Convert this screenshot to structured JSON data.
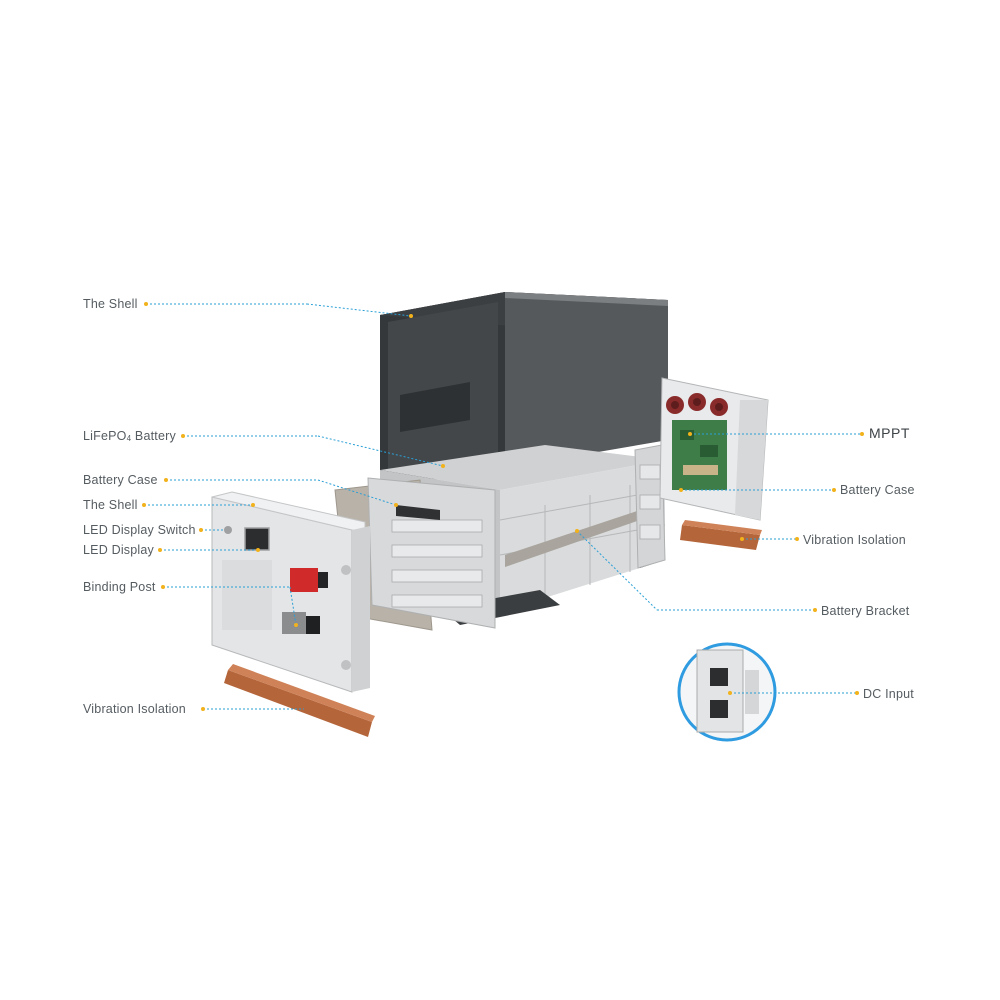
{
  "labels_left": [
    {
      "id": "shell-top",
      "text": "The Shell"
    },
    {
      "id": "lifepo4-battery",
      "text": "LiFePO",
      "sub": "4",
      "tail": " Battery"
    },
    {
      "id": "battery-case-left",
      "text": "Battery Case"
    },
    {
      "id": "shell-front",
      "text": "The Shell"
    },
    {
      "id": "led-display-switch",
      "text": "LED Display Switch"
    },
    {
      "id": "led-display",
      "text": "LED Display"
    },
    {
      "id": "binding-post",
      "text": "Binding Post"
    },
    {
      "id": "vibration-isolation-left",
      "text": "Vibration Isolation"
    }
  ],
  "labels_right": [
    {
      "id": "mppt",
      "text": "MPPT"
    },
    {
      "id": "battery-case-right",
      "text": "Battery Case"
    },
    {
      "id": "vibration-isolation-right",
      "text": "Vibration Isolation"
    },
    {
      "id": "battery-bracket",
      "text": "Battery Bracket"
    },
    {
      "id": "dc-input",
      "text": "DC Input"
    }
  ],
  "colors": {
    "leader_line": "#2a9fd6",
    "leader_dot": "#f2b21b",
    "shell_dark": "#4b4e50",
    "isolation_strip": "#b5653a",
    "callout_ring": "#2f9be0",
    "terminal_red": "#d12a2a"
  }
}
